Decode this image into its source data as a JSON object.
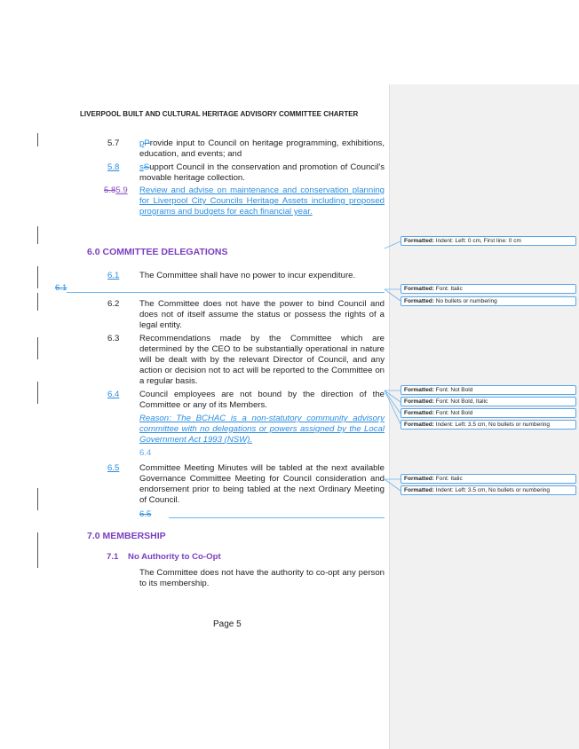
{
  "header": "LIVERPOOL BUILT AND CULTURAL HERITAGE ADVISORY COMMITTEE CHARTER",
  "items5": [
    {
      "num": "5.7",
      "del": "P",
      "ins": "p",
      "text": "rovide input to Council on heritage programming, exhibitions, education, and events; and"
    },
    {
      "num": "5.8",
      "del": "S",
      "ins": "s",
      "text": "upport Council in the conservation and promotion of Council's movable heritage collection."
    },
    {
      "num_del": "5.8",
      "num_ins": "5.9",
      "text": "Review and advise on maintenance and conservation planning for Liverpool City Councils Heritage Assets including proposed programs and budgets for each financial year."
    }
  ],
  "section6": {
    "title": "6.0 COMMITTEE DELEGATIONS",
    "i61": {
      "num": "6.1",
      "text": "The Committee shall have no power to incur expenditure."
    },
    "del61": "6.1",
    "i62": {
      "num": "6.2",
      "text": "The Committee does not have the power to bind Council and does not of itself assume the status or possess the rights of a legal entity."
    },
    "i63": {
      "num": "6.3",
      "text": "Recommendations made by the Committee which are determined by the CEO to be substantially operational in nature will be dealt with by the relevant Director of Council, and any action or decision not to act will be reported to the Committee on a regular basis."
    },
    "i64": {
      "num": "6.4",
      "text": "Council employees are not bound by the direction of the Committee or any of its Members."
    },
    "reason": "Reason: The BCHAC is a non-statutory community advisory committee with no delegations or powers assigned by the Local Government Act 1993 (NSW).",
    "num64": "6.4",
    "i65": {
      "num": "6.5",
      "text": "Committee Meeting Minutes will be tabled at the next available Governance Committee Meeting for Council consideration and endorsement prior to being tabled at the next Ordinary Meeting of Council."
    },
    "del65": "6.5"
  },
  "section7": {
    "title": "7.0 MEMBERSHIP",
    "sub_num": "7.1",
    "sub_title": "No Authority to Co-Opt",
    "text": "The Committee does not have the authority to co-opt any person to its membership."
  },
  "footer": "Page 5",
  "comments": [
    {
      "label": "Formatted:",
      "text": "Indent: Left:  0 cm, First line:  0 cm"
    },
    {
      "label": "Formatted:",
      "text": "Font: Italic"
    },
    {
      "label": "Formatted:",
      "text": "No bullets or numbering"
    },
    {
      "label": "Formatted:",
      "text": "Font: Not Bold"
    },
    {
      "label": "Formatted:",
      "text": "Font: Not Bold, Italic"
    },
    {
      "label": "Formatted:",
      "text": "Font: Not Bold"
    },
    {
      "label": "Formatted:",
      "text": "Indent: Left:  3.5 cm,  No bullets or numbering"
    },
    {
      "label": "Formatted:",
      "text": "Font: Italic"
    },
    {
      "label": "Formatted:",
      "text": "Indent: Left:  3.5 cm,  No bullets or numbering"
    }
  ]
}
